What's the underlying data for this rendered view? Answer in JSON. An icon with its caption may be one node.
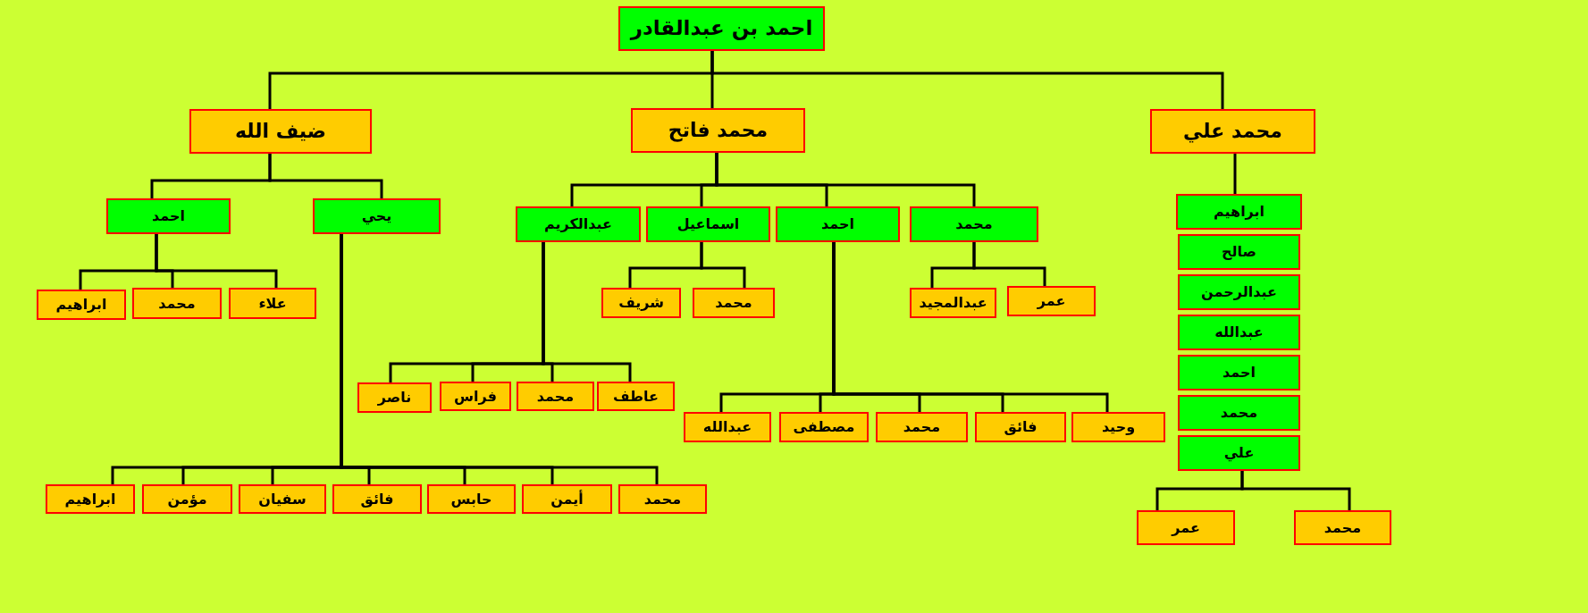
{
  "diagram": {
    "nodes": [
      {
        "text": [
          "احمد بن عبدالقادر"
        ]
      },
      {
        "text": [
          "محمد علي"
        ]
      },
      {
        "text": [
          "محمد فاتح"
        ]
      },
      {
        "text": [
          "ضيف الله"
        ]
      },
      {
        "text": [
          "ابراهيم"
        ]
      },
      {
        "text": [
          "صالح"
        ]
      },
      {
        "text": [
          "عبدالرحمن"
        ]
      },
      {
        "text": [
          "عبدالله"
        ]
      },
      {
        "text": [
          "احمد"
        ]
      },
      {
        "text": [
          "محمد"
        ]
      },
      {
        "text": [
          "علي"
        ]
      },
      {
        "text": [
          "محمد"
        ]
      },
      {
        "text": [
          "احمد"
        ]
      },
      {
        "text": [
          "اسماعيل"
        ]
      },
      {
        "text": [
          "عبدالكريم"
        ]
      },
      {
        "text": [
          "يحي"
        ]
      },
      {
        "text": [
          "احمد"
        ]
      },
      {
        "text": [
          "محمد"
        ]
      },
      {
        "text": [
          "عمر"
        ]
      },
      {
        "text": [
          "عمر"
        ]
      },
      {
        "text": [
          "عبدالمجيد"
        ]
      },
      {
        "text": [
          "وحيد"
        ]
      },
      {
        "text": [
          "فائق"
        ]
      },
      {
        "text": [
          "محمد"
        ]
      },
      {
        "text": [
          "مصطفى"
        ]
      },
      {
        "text": [
          "عبدالله"
        ]
      },
      {
        "text": [
          "محمد"
        ]
      },
      {
        "text": [
          "شريف"
        ]
      },
      {
        "text": [
          "عاطف"
        ]
      },
      {
        "text": [
          "محمد"
        ]
      },
      {
        "text": [
          "فراس"
        ]
      },
      {
        "text": [
          "ناصر"
        ]
      },
      {
        "text": [
          "محمد"
        ]
      },
      {
        "text": [
          "أيمن"
        ]
      },
      {
        "text": [
          "حابس"
        ]
      },
      {
        "text": [
          "فائق"
        ]
      },
      {
        "text": [
          "سفيان"
        ]
      },
      {
        "text": [
          "مؤمن"
        ]
      },
      {
        "text": [
          "ابراهيم"
        ]
      },
      {
        "text": [
          "علاء"
        ]
      },
      {
        "text": [
          "محمد"
        ]
      },
      {
        "text": [
          "ابراهيم"
        ]
      }
    ],
    "edges": [
      {
        "from": 0,
        "to": 1,
        "arrow": "none"
      },
      {
        "from": 0,
        "to": 2,
        "arrow": "none"
      },
      {
        "from": 0,
        "to": 3,
        "arrow": "none"
      },
      {
        "from": 1,
        "to": 4,
        "arrow": "none"
      },
      {
        "from": 10,
        "to": 17,
        "arrow": "none"
      },
      {
        "from": 10,
        "to": 18,
        "arrow": "none"
      },
      {
        "from": 2,
        "to": 11,
        "arrow": "none"
      },
      {
        "from": 2,
        "to": 12,
        "arrow": "none"
      },
      {
        "from": 2,
        "to": 13,
        "arrow": "none"
      },
      {
        "from": 2,
        "to": 14,
        "arrow": "none"
      },
      {
        "from": 3,
        "to": 15,
        "arrow": "none"
      },
      {
        "from": 3,
        "to": 16,
        "arrow": "none"
      },
      {
        "from": 11,
        "to": 19,
        "arrow": "none"
      },
      {
        "from": 11,
        "to": 20,
        "arrow": "none"
      },
      {
        "from": 12,
        "to": 21,
        "arrow": "none"
      },
      {
        "from": 12,
        "to": 22,
        "arrow": "none"
      },
      {
        "from": 12,
        "to": 23,
        "arrow": "none"
      },
      {
        "from": 12,
        "to": 24,
        "arrow": "none"
      },
      {
        "from": 12,
        "to": 25,
        "arrow": "none"
      },
      {
        "from": 13,
        "to": 26,
        "arrow": "none"
      },
      {
        "from": 13,
        "to": 27,
        "arrow": "none"
      },
      {
        "from": 14,
        "to": 28,
        "arrow": "none"
      },
      {
        "from": 14,
        "to": 29,
        "arrow": "none"
      },
      {
        "from": 14,
        "to": 30,
        "arrow": "none"
      },
      {
        "from": 14,
        "to": 31,
        "arrow": "none"
      },
      {
        "from": 15,
        "to": 32,
        "arrow": "none"
      },
      {
        "from": 15,
        "to": 33,
        "arrow": "none"
      },
      {
        "from": 15,
        "to": 34,
        "arrow": "none"
      },
      {
        "from": 15,
        "to": 35,
        "arrow": "none"
      },
      {
        "from": 15,
        "to": 36,
        "arrow": "none"
      },
      {
        "from": 15,
        "to": 37,
        "arrow": "none"
      },
      {
        "from": 15,
        "to": 38,
        "arrow": "none"
      },
      {
        "from": 16,
        "to": 39,
        "arrow": "none"
      },
      {
        "from": 16,
        "to": 40,
        "arrow": "none"
      },
      {
        "from": 16,
        "to": 41,
        "arrow": "none"
      }
    ]
  }
}
